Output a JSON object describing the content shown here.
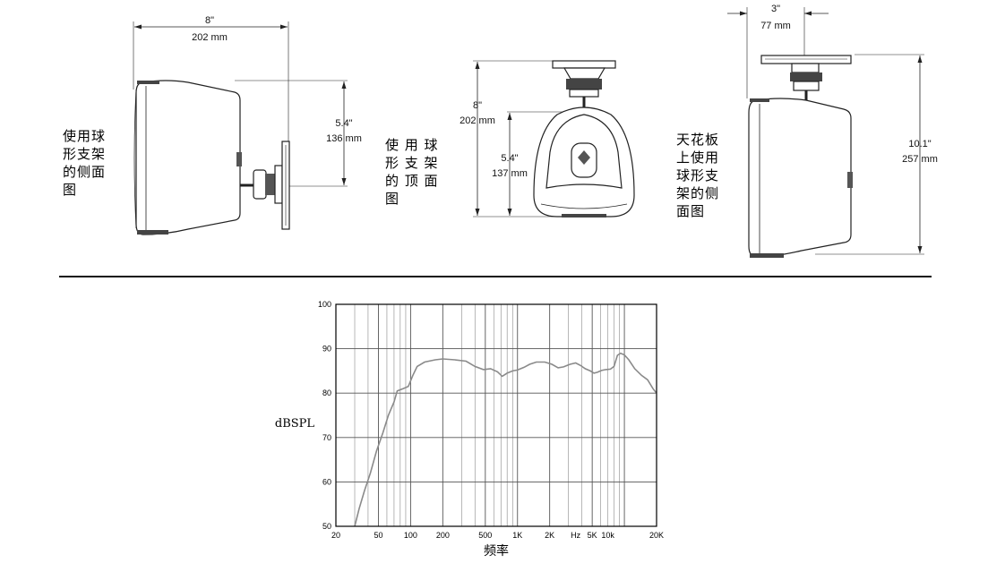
{
  "views": {
    "side_ball": {
      "caption": "使用球\n形支架\n的侧面\n图",
      "width_in": "8\"",
      "width_mm": "202 mm",
      "height_in": "5.4\"",
      "height_mm": "136 mm"
    },
    "top_ball": {
      "caption": "使 用 球\n形 支 架\n的 顶 面\n图",
      "depth_in": "8\"",
      "depth_mm": "202 mm",
      "height_in": "5.4\"",
      "height_mm": "137 mm"
    },
    "ceiling_side": {
      "caption": "天花板\n上使用\n球形支\n架的侧\n面图",
      "width_in": "3\"",
      "width_mm": "77 mm",
      "height_in": "10.1\"",
      "height_mm": "257 mm"
    }
  },
  "chart_data": {
    "type": "line",
    "xlabel": "频率",
    "ylabel": "dBSPL",
    "x_scale": "log",
    "xlim": [
      20,
      20000
    ],
    "ylim": [
      50,
      100
    ],
    "grid": true,
    "y_ticks": [
      "100",
      "90",
      "80",
      "70",
      "60",
      "50"
    ],
    "x_ticks": [
      {
        "v": 20,
        "t": "20"
      },
      {
        "v": 50,
        "t": "50"
      },
      {
        "v": 100,
        "t": "100"
      },
      {
        "v": 200,
        "t": "200"
      },
      {
        "v": 500,
        "t": "500"
      },
      {
        "v": 1000,
        "t": "1K"
      },
      {
        "v": 2000,
        "t": "2K"
      },
      {
        "v": 3500,
        "t": "Hz"
      },
      {
        "v": 5000,
        "t": "5K"
      },
      {
        "v": 7000,
        "t": "10k"
      },
      {
        "v": 20000,
        "t": "20K"
      }
    ],
    "series": [
      {
        "points": [
          [
            30,
            50
          ],
          [
            33,
            54
          ],
          [
            37,
            58
          ],
          [
            42,
            62
          ],
          [
            48,
            67
          ],
          [
            55,
            71
          ],
          [
            62,
            75
          ],
          [
            70,
            78
          ],
          [
            75,
            80.5
          ],
          [
            85,
            81
          ],
          [
            95,
            81.5
          ],
          [
            105,
            84
          ],
          [
            115,
            86
          ],
          [
            135,
            87
          ],
          [
            170,
            87.5
          ],
          [
            200,
            87.7
          ],
          [
            260,
            87.5
          ],
          [
            330,
            87.2
          ],
          [
            400,
            86
          ],
          [
            480,
            85.3
          ],
          [
            560,
            85.5
          ],
          [
            650,
            84.8
          ],
          [
            720,
            83.8
          ],
          [
            800,
            84.5
          ],
          [
            900,
            85
          ],
          [
            1000,
            85.2
          ],
          [
            1150,
            85.8
          ],
          [
            1300,
            86.5
          ],
          [
            1500,
            87
          ],
          [
            1800,
            87
          ],
          [
            2100,
            86.5
          ],
          [
            2400,
            85.7
          ],
          [
            2700,
            85.9
          ],
          [
            3100,
            86.5
          ],
          [
            3500,
            86.8
          ],
          [
            3900,
            86.2
          ],
          [
            4300,
            85.5
          ],
          [
            4800,
            85
          ],
          [
            5200,
            84.5
          ],
          [
            5600,
            84.7
          ],
          [
            6100,
            85.1
          ],
          [
            6700,
            85.3
          ],
          [
            7400,
            85.4
          ],
          [
            8000,
            86
          ],
          [
            8600,
            88.5
          ],
          [
            9200,
            89
          ],
          [
            10000,
            88.6
          ],
          [
            11000,
            87.5
          ],
          [
            12500,
            85.5
          ],
          [
            14500,
            84
          ],
          [
            16500,
            83
          ],
          [
            18500,
            81
          ],
          [
            20000,
            80
          ]
        ]
      }
    ]
  }
}
